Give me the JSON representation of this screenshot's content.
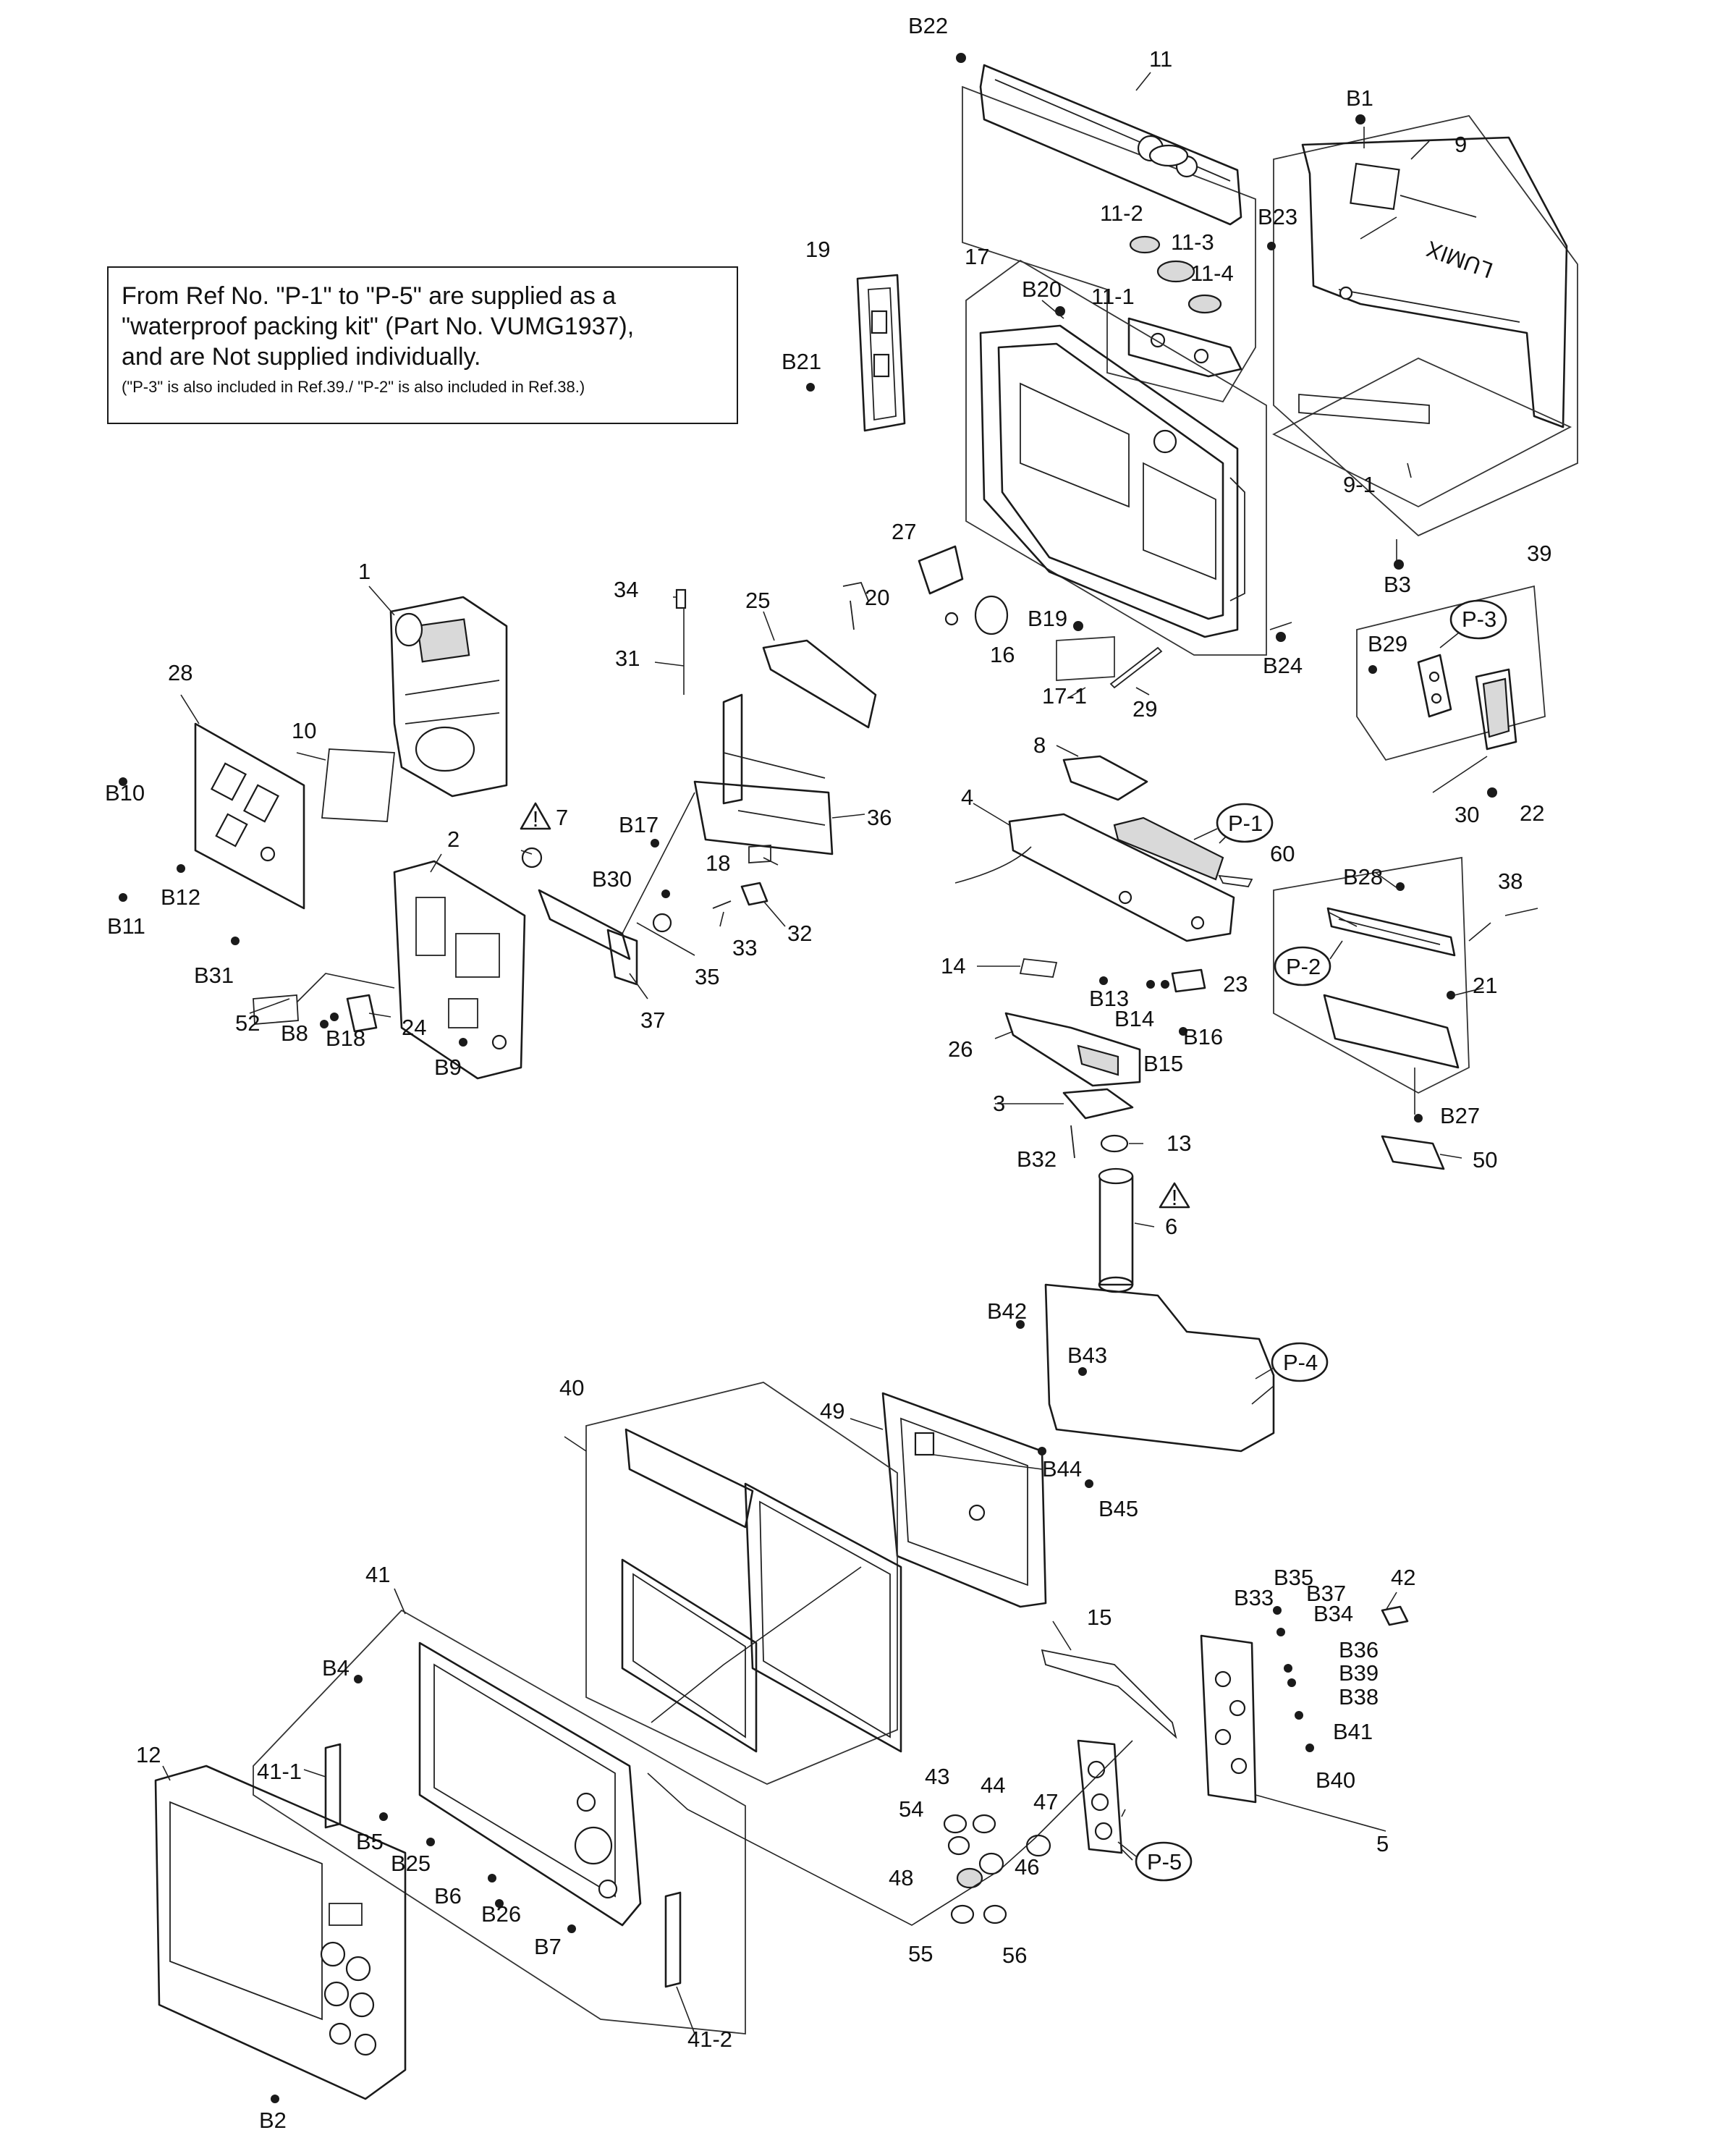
{
  "note": {
    "line1": "From Ref No. \"P-1\" to \"P-5\" are supplied as a",
    "line2": "\"waterproof packing kit\" (Part No. VUMG1937),",
    "line3": "and are Not supplied individually.",
    "line4": "(\"P-3\" is also included in Ref.39./ \"P-2\" is also included in Ref.38.)"
  },
  "labels": {
    "l_1": "1",
    "l_2": "2",
    "l_3": "3",
    "l_4": "4",
    "l_5": "5",
    "l_6": "6",
    "l_7": "7",
    "l_8": "8",
    "l_9": "9",
    "l_9_1": "9-1",
    "l_10": "10",
    "l_11": "11",
    "l_11_1": "11-1",
    "l_11_2": "11-2",
    "l_11_3": "11-3",
    "l_11_4": "11-4",
    "l_12": "12",
    "l_13": "13",
    "l_14": "14",
    "l_15": "15",
    "l_16": "16",
    "l_17": "17",
    "l_17_1": "17-1",
    "l_18": "18",
    "l_19": "19",
    "l_20": "20",
    "l_21": "21",
    "l_22": "22",
    "l_23": "23",
    "l_24": "24",
    "l_25": "25",
    "l_26": "26",
    "l_27": "27",
    "l_28": "28",
    "l_29": "29",
    "l_30": "30",
    "l_31": "31",
    "l_32": "32",
    "l_33": "33",
    "l_34": "34",
    "l_35": "35",
    "l_36": "36",
    "l_37": "37",
    "l_38": "38",
    "l_39": "39",
    "l_40": "40",
    "l_41": "41",
    "l_41_1": "41-1",
    "l_41_2": "41-2",
    "l_42": "42",
    "l_43": "43",
    "l_44": "44",
    "l_46": "46",
    "l_47": "47",
    "l_48": "48",
    "l_49": "49",
    "l_50": "50",
    "l_52": "52",
    "l_54": "54",
    "l_55": "55",
    "l_56": "56",
    "l_60": "60",
    "l_B1": "B1",
    "l_B2": "B2",
    "l_B3": "B3",
    "l_B4": "B4",
    "l_B5": "B5",
    "l_B6": "B6",
    "l_B7": "B7",
    "l_B8": "B8",
    "l_B9": "B9",
    "l_B10": "B10",
    "l_B11": "B11",
    "l_B12": "B12",
    "l_B13": "B13",
    "l_B14": "B14",
    "l_B15": "B15",
    "l_B16": "B16",
    "l_B17": "B17",
    "l_B18": "B18",
    "l_B19": "B19",
    "l_B20": "B20",
    "l_B21": "B21",
    "l_B22": "B22",
    "l_B23": "B23",
    "l_B24": "B24",
    "l_B25": "B25",
    "l_B26": "B26",
    "l_B27": "B27",
    "l_B28": "B28",
    "l_B29": "B29",
    "l_B30": "B30",
    "l_B31": "B31",
    "l_B32": "B32",
    "l_B33": "B33",
    "l_B34": "B34",
    "l_B35": "B35",
    "l_B36": "B36",
    "l_B37": "B37",
    "l_B38": "B38",
    "l_B39": "B39",
    "l_B40": "B40",
    "l_B41": "B41",
    "l_B42": "B42",
    "l_B43": "B43",
    "l_B44": "B44",
    "l_B45": "B45",
    "l_P1": "P-1",
    "l_P2": "P-2",
    "l_P3": "P-3",
    "l_P4": "P-4",
    "l_P5": "P-5"
  },
  "logo_text": "LUMIX"
}
